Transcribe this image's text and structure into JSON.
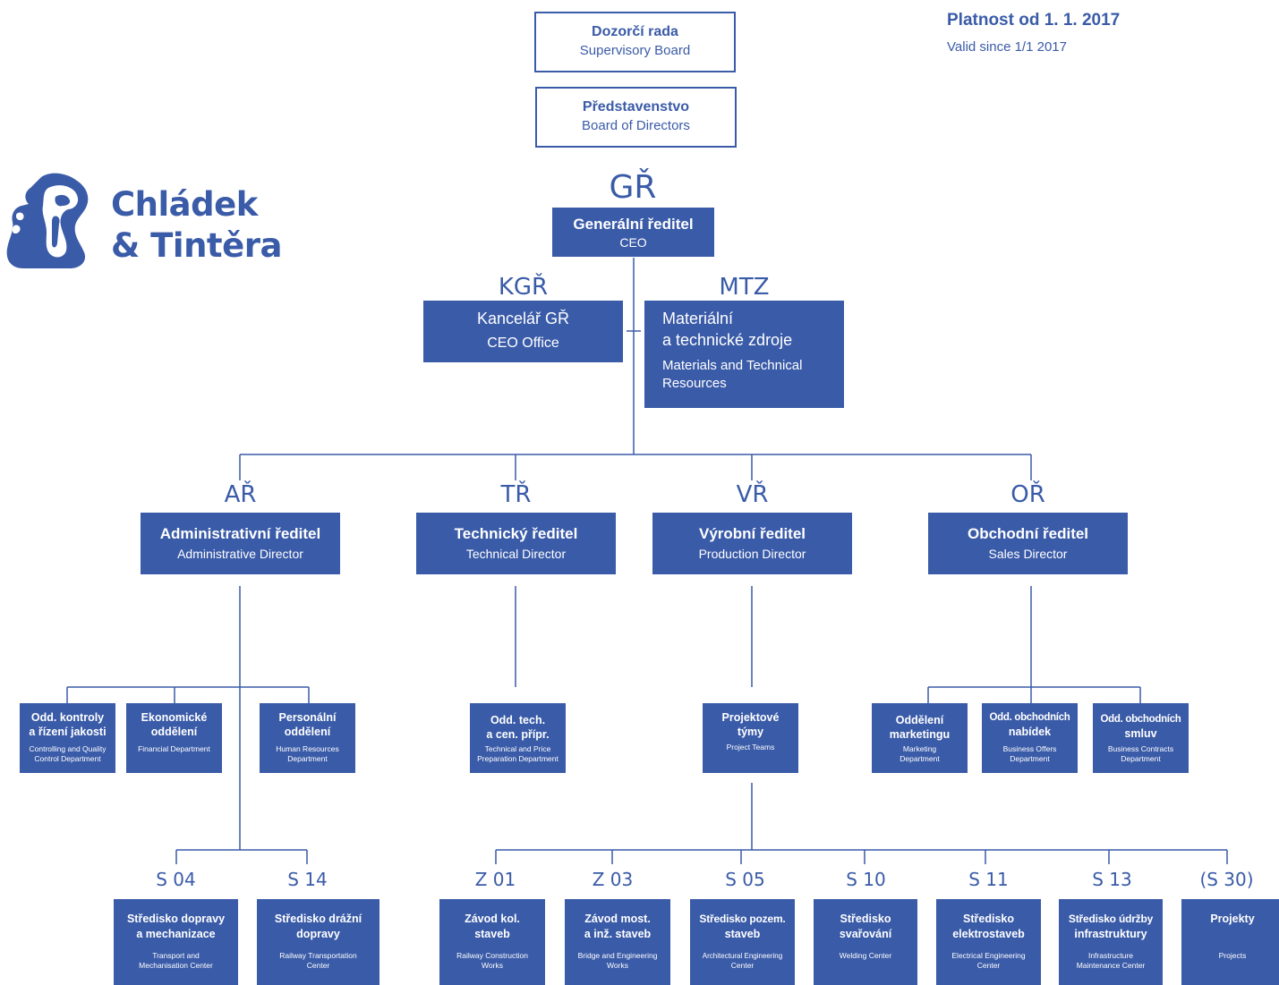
{
  "validity": {
    "cz": "Platnost od 1. 1. 2017",
    "en": "Valid since 1/1 2017"
  },
  "logo": {
    "line1": "Chládek",
    "line2": "& Tintěra"
  },
  "supervisory": {
    "cz": "Dozorčí rada",
    "en": "Supervisory Board"
  },
  "board": {
    "cz": "Představenstvo",
    "en": "Board of Directors"
  },
  "ceo": {
    "code": "GŘ",
    "cz": "Generální ředitel",
    "en": "CEO"
  },
  "ceo_office": {
    "code": "KGŘ",
    "cz": "Kancelář GŘ",
    "en": "CEO Office"
  },
  "mtz": {
    "code": "MTZ",
    "cz1": "Materiální",
    "cz2": "a technické zdroje",
    "en1": "Materials and Technical",
    "en2": "Resources"
  },
  "directors": [
    {
      "code": "AŘ",
      "cz": "Administrativní ředitel",
      "en": "Administrative Director"
    },
    {
      "code": "TŘ",
      "cz": "Technický ředitel",
      "en": "Technical Director"
    },
    {
      "code": "VŘ",
      "cz": "Výrobní ředitel",
      "en": "Production Director"
    },
    {
      "code": "OŘ",
      "cz": "Obchodní ředitel",
      "en": "Sales Director"
    }
  ],
  "departments": [
    {
      "cz1": "Odd. kontroly",
      "cz2": "a řízení jakosti",
      "en1": "Controlling and Quality",
      "en2": "Control Department"
    },
    {
      "cz1": "Ekonomické",
      "cz2": "oddělení",
      "en1": "Financial Department",
      "en2": ""
    },
    {
      "cz1": "Personální",
      "cz2": "oddělení",
      "en1": "Human Resources",
      "en2": "Department"
    },
    {
      "cz1": "Odd. tech.",
      "cz2": "a cen. přípr.",
      "en1": "Technical and Price",
      "en2": "Preparation Department"
    },
    {
      "cz1": "Projektové",
      "cz2": "týmy",
      "en1": "Project Teams",
      "en2": ""
    },
    {
      "cz1": "Oddělení",
      "cz2": "marketingu",
      "en1": "Marketing",
      "en2": "Department"
    },
    {
      "cz1": "Odd. obchodních",
      "cz2": "nabídek",
      "en1": "Business Offers",
      "en2": "Department"
    },
    {
      "cz1": "Odd. obchodních",
      "cz2": "smluv",
      "en1": "Business Contracts",
      "en2": "Department"
    }
  ],
  "centers": [
    {
      "code": "S 04",
      "cz1": "Středisko dopravy",
      "cz2": "a mechanizace",
      "en1": "Transport and",
      "en2": "Mechanisation Center"
    },
    {
      "code": "S 14",
      "cz1": "Středisko drážní",
      "cz2": "dopravy",
      "en1": "Railway Transportation",
      "en2": "Center"
    },
    {
      "code": "Z 01",
      "cz1": "Závod kol.",
      "cz2": "staveb",
      "en1": "Railway Construction",
      "en2": "Works"
    },
    {
      "code": "Z 03",
      "cz1": "Závod most.",
      "cz2": "a inž. staveb",
      "en1": "Bridge and Engineering",
      "en2": "Works"
    },
    {
      "code": "S 05",
      "cz1": "Středisko pozem.",
      "cz2": "staveb",
      "en1": "Architectural Engineering",
      "en2": "Center"
    },
    {
      "code": "S 10",
      "cz1": "Středisko",
      "cz2": "svařování",
      "en1": "Welding Center",
      "en2": ""
    },
    {
      "code": "S 11",
      "cz1": "Středisko",
      "cz2": "elektrostaveb",
      "en1": "Electrical Engineering",
      "en2": "Center"
    },
    {
      "code": "S 13",
      "cz1": "Středisko údržby",
      "cz2": "infrastruktury",
      "en1": "Infrastructure",
      "en2": "Maintenance Center"
    },
    {
      "code": "(S 30)",
      "cz1": "Projekty",
      "cz2": "",
      "en1": "Projects",
      "en2": ""
    }
  ],
  "colors": {
    "primary": "#3a5ba8",
    "text_on_box": "#ffffff"
  }
}
